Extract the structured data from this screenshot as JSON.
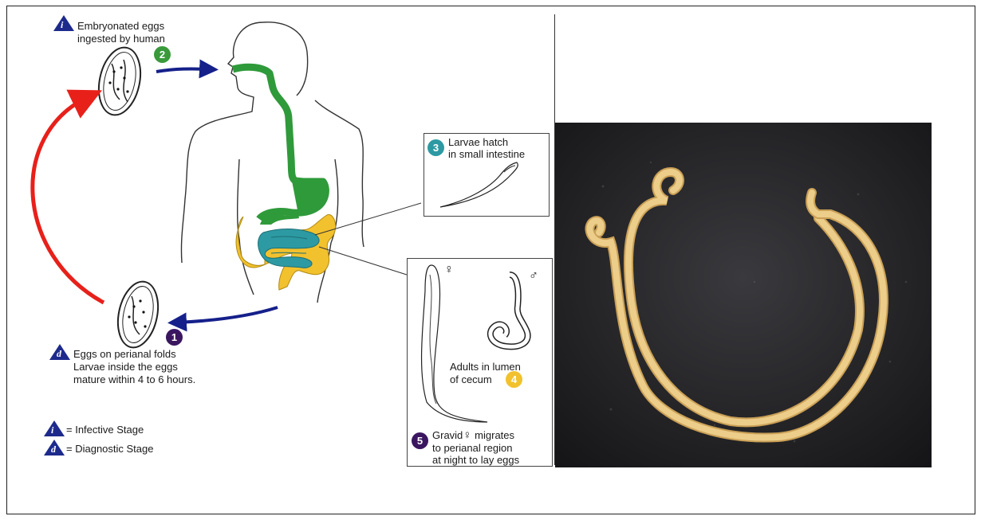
{
  "lifecycle": {
    "step_infective": {
      "badge": "i",
      "text_line1": "Embryonated eggs",
      "text_line2": "ingested by human",
      "number": "2",
      "color": "#3a9a3a"
    },
    "step_hatch": {
      "number": "3",
      "text_line1": "Larvae hatch",
      "text_line2": "in small intestine",
      "color": "#2d9aa3"
    },
    "step_adults": {
      "female_symbol": "♀",
      "male_symbol": "♂",
      "text_line1": "Adults in lumen",
      "text_line2": "of cecum",
      "number": "4",
      "color": "#f2c12e"
    },
    "step_migrate": {
      "number": "5",
      "text_line1": "Gravid",
      "symbol": "♀",
      "text_line1b": "migrates",
      "text_line2": "to perianal region",
      "text_line3": "at night to lay eggs",
      "color": "#3b1660"
    },
    "step_diagnostic": {
      "number": "1",
      "badge": "d",
      "text_line1": "Eggs on perianal folds",
      "text_line2": "Larvae inside the eggs",
      "text_line3": "mature within 4 to 6 hours.",
      "color": "#3b1660"
    }
  },
  "legend": {
    "infective_badge": "i",
    "infective_text": "= Infective Stage",
    "diagnostic_badge": "d",
    "diagnostic_text": "= Diagnostic Stage"
  },
  "colors": {
    "badge_blue": "#1d2a8c",
    "arrow_red": "#e8201a",
    "arrow_blue": "#15208a",
    "esophagus_green": "#2f9a3a",
    "colon_yellow": "#f2c12e",
    "small_intestine_teal": "#2d9aa3",
    "worm_yellow": "#e8c27a",
    "photo_background": "#1f1f22"
  }
}
